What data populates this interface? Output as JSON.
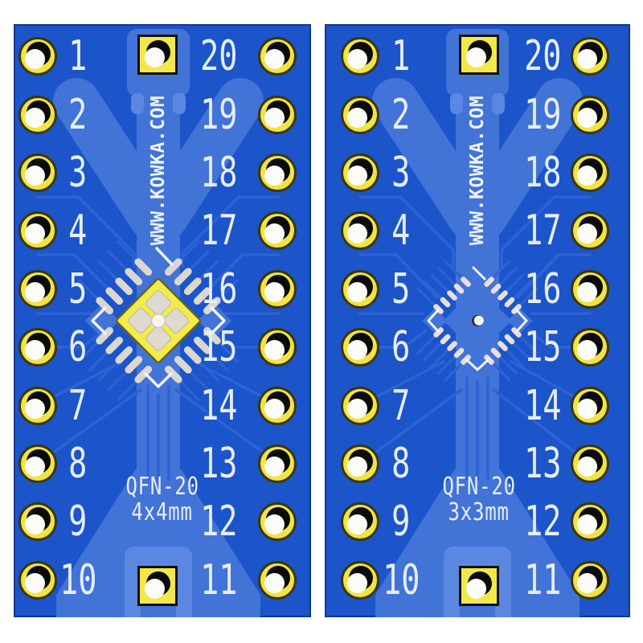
{
  "page": {
    "background": "#ffffff",
    "description": "Two QFN-20 to DIP breakout adapter PCBs"
  },
  "colors": {
    "board_blue": "#1c54ca",
    "plane_light_blue": "#4273d7",
    "plane_lighter_blue": "#5c87e0",
    "trace_blue": "#2d63d3",
    "pad_yellow": "#f2e440",
    "square_pad_yellow": "#f2e84a",
    "center_pad_yellow": "#f1ec49",
    "qfn_pad_gray": "#dcd8d0",
    "qfn_pad_pink": "#e9dfdc",
    "silkscreen_white": "#eef2fc",
    "drill_black": "#0b0b0b",
    "drill_white": "#fbfbf8"
  },
  "boards": [
    {
      "name": "QFN-20 4x4mm breakout board",
      "brand": "WWW.KOWKA.COM",
      "chip_label": "QFN-20",
      "size_label": "4x4mm",
      "left_pins": [
        "1",
        "2",
        "3",
        "4",
        "5",
        "6",
        "7",
        "8",
        "9",
        "10"
      ],
      "right_pins": [
        "20",
        "19",
        "18",
        "17",
        "16",
        "15",
        "14",
        "13",
        "12",
        "11"
      ]
    },
    {
      "name": "QFN-20 3x3mm breakout board",
      "brand": "WWW.KOWKA.COM",
      "chip_label": "QFN-20",
      "size_label": "3x3mm",
      "left_pins": [
        "1",
        "2",
        "3",
        "4",
        "5",
        "6",
        "7",
        "8",
        "9",
        "10"
      ],
      "right_pins": [
        "20",
        "19",
        "18",
        "17",
        "16",
        "15",
        "14",
        "13",
        "12",
        "11"
      ]
    }
  ]
}
